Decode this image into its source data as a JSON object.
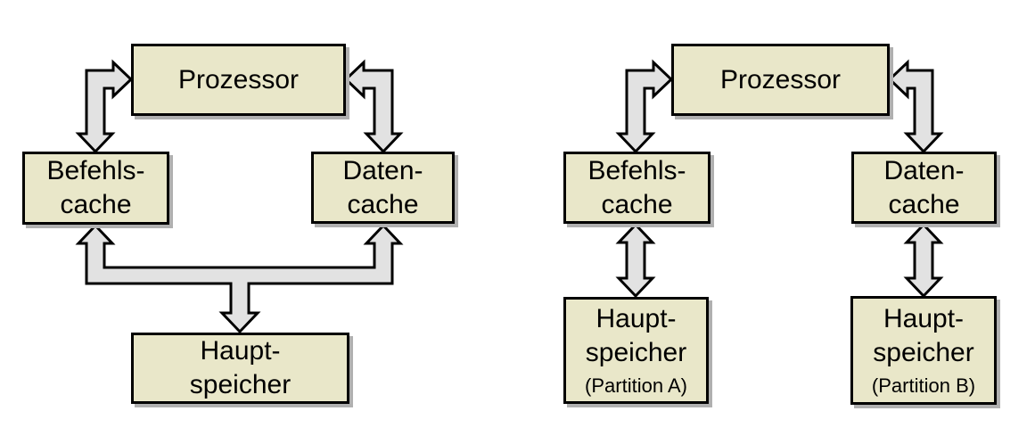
{
  "colors": {
    "background": "#ffffff",
    "box_fill": "#e9e7c9",
    "box_border": "#000000",
    "box_shadow": "#b0b0b0",
    "arrow_fill": "#e2e2e2",
    "arrow_outline": "#000000",
    "text": "#000000"
  },
  "left_diagram": {
    "prozessor": {
      "label": "Prozessor"
    },
    "befehls_cache": {
      "line1": "Befehls-",
      "line2": "cache"
    },
    "daten_cache": {
      "line1": "Daten-",
      "line2": "cache"
    },
    "hauptspeicher": {
      "line1": "Haupt-",
      "line2": "speicher"
    },
    "connections": [
      "Prozessor <-> Befehls-cache (double arrow)",
      "Prozessor <-> Daten-cache (double arrow)",
      "Hauptspeicher <-> Befehls-cache + Daten-cache (shared forked arrow)"
    ]
  },
  "right_diagram": {
    "prozessor": {
      "label": "Prozessor"
    },
    "befehls_cache": {
      "line1": "Befehls-",
      "line2": "cache"
    },
    "daten_cache": {
      "line1": "Daten-",
      "line2": "cache"
    },
    "hauptspeicher_a": {
      "line1": "Haupt-",
      "line2": "speicher",
      "line3": "(Partition A)"
    },
    "hauptspeicher_b": {
      "line1": "Haupt-",
      "line2": "speicher",
      "line3": "(Partition B)"
    },
    "connections": [
      "Prozessor <-> Befehls-cache (double arrow)",
      "Prozessor <-> Daten-cache (double arrow)",
      "Befehls-cache <-> Hauptspeicher (Partition A) (double arrow)",
      "Daten-cache <-> Hauptspeicher (Partition B) (double arrow)"
    ]
  }
}
